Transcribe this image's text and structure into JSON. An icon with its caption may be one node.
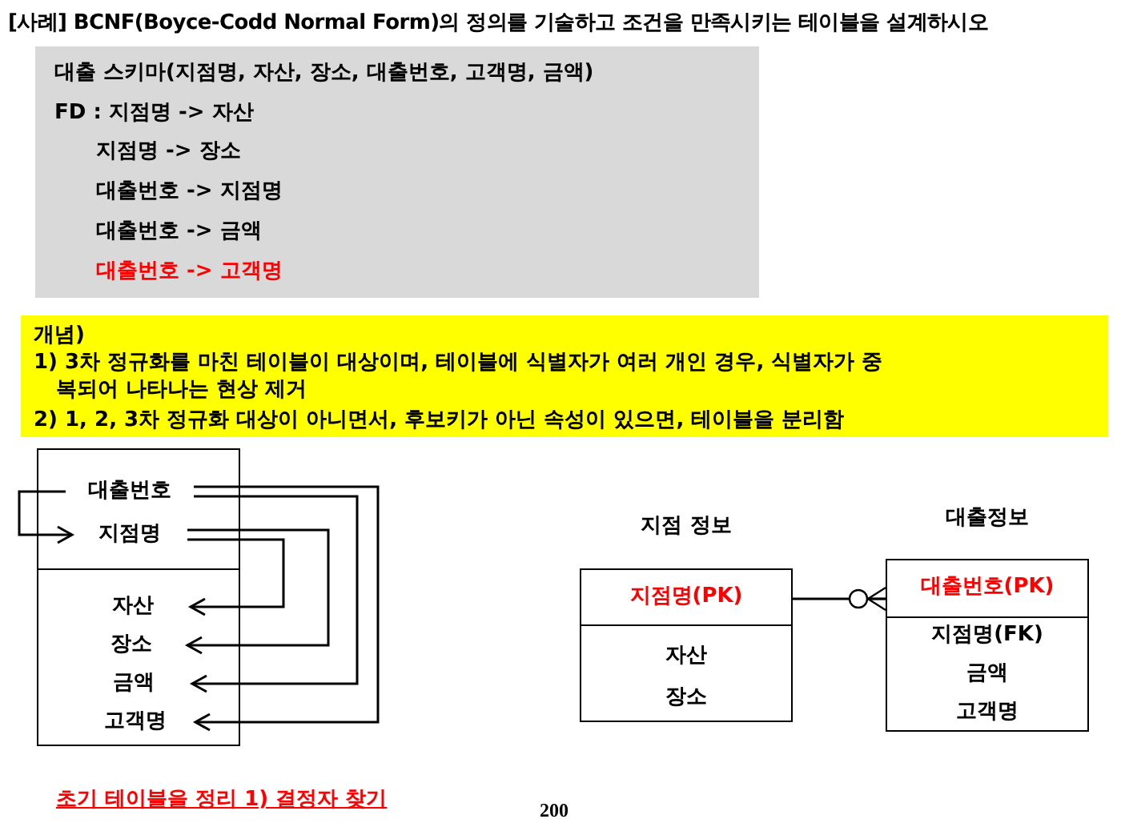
{
  "diagram": {
    "title": "[사례] BCNF(Boyce-Codd Normal Form)의 정의를 기술하고 조건을 만족시키는 테이블을 설계하시오",
    "caption": "초기 테이블을 정리 1) 결정자 찾기",
    "nodes": [
      {
        "text": [
          "대출 스키마(지점명, 자산, 장소, 대출번호, 고객명, 금액)",
          "FD : 지점명 -> 자산",
          "지점명 -> 장소",
          "대출번호 -> 지점명",
          "대출번호 -> 금액",
          "대출번호 -> 고객명"
        ]
      },
      {
        "text": [
          "개념)",
          "1) 3차 정규화를 마친 테이블이 대상이며, 테이블에 식별자가 여러 개인 경우, 식별자가 중복되어 나타나는 현상 제거",
          "2) 1, 2, 3차 정규화 대상이 아니면서, 후보키가 아닌 속성이 있으면, 테이블을 분리함"
        ]
      },
      {
        "text": [],
        "shape": "box"
      },
      {
        "text": [
          "대출번호"
        ],
        "in": 2
      },
      {
        "text": [
          "지점명"
        ],
        "in": 2
      },
      {
        "text": [
          "자산"
        ],
        "in": 2
      },
      {
        "text": [
          "장소"
        ],
        "in": 2
      },
      {
        "text": [
          "금액"
        ],
        "in": 2
      },
      {
        "text": [
          "고객명"
        ],
        "in": 2
      },
      {
        "text": [
          "지점 정보",
          "지점명(PK)",
          "자산",
          "장소"
        ]
      },
      {
        "text": [
          "대출정보",
          "대출번호(PK)",
          "지점명(FK)",
          "금액",
          "고객명"
        ]
      }
    ],
    "edges": [
      {
        "from": 3,
        "to": 4,
        "arrow": "to"
      },
      {
        "from": 4,
        "to": 5,
        "arrow": "to"
      },
      {
        "from": 4,
        "to": 6,
        "arrow": "to"
      },
      {
        "from": 3,
        "to": 7,
        "arrow": "to"
      },
      {
        "from": 3,
        "to": 8,
        "arrow": "to"
      },
      {
        "from": 9,
        "to": 10,
        "arrow": "other"
      }
    ],
    "labels": [
      "200"
    ]
  }
}
